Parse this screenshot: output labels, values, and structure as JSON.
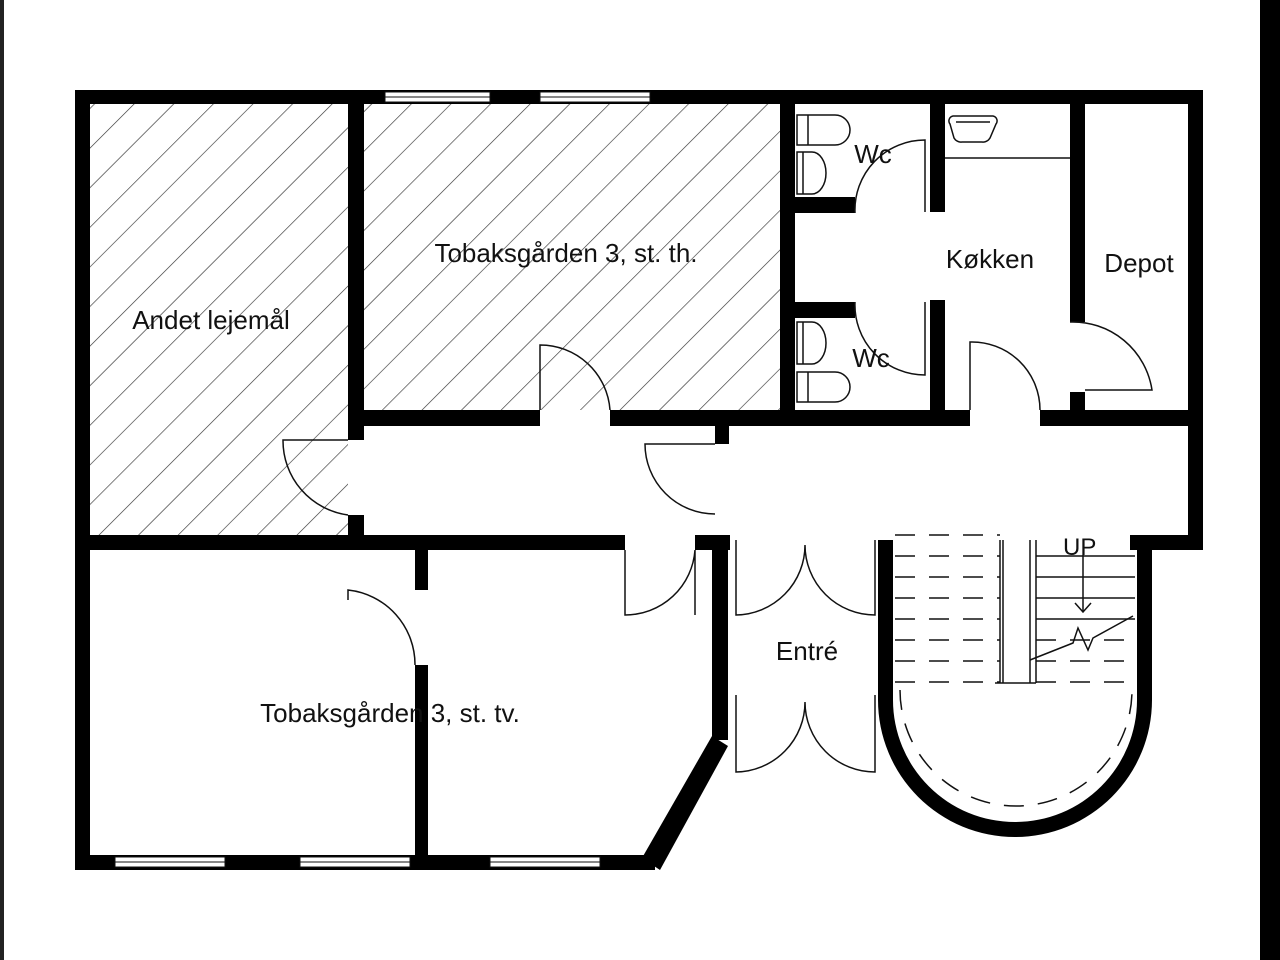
{
  "plan": {
    "rooms": {
      "other_lease": "Andet lejemål",
      "unit_th": "Tobaksgården 3, st. th.",
      "unit_tv": "Tobaksgården 3, st. tv.",
      "wc_top": "Wc",
      "wc_bottom": "Wc",
      "kitchen": "Køkken",
      "storage": "Depot",
      "entrance": "Entré"
    },
    "stairs_label": "UP",
    "colors": {
      "wall": "#000000",
      "background": "#ffffff",
      "hatch": "#333333"
    }
  }
}
